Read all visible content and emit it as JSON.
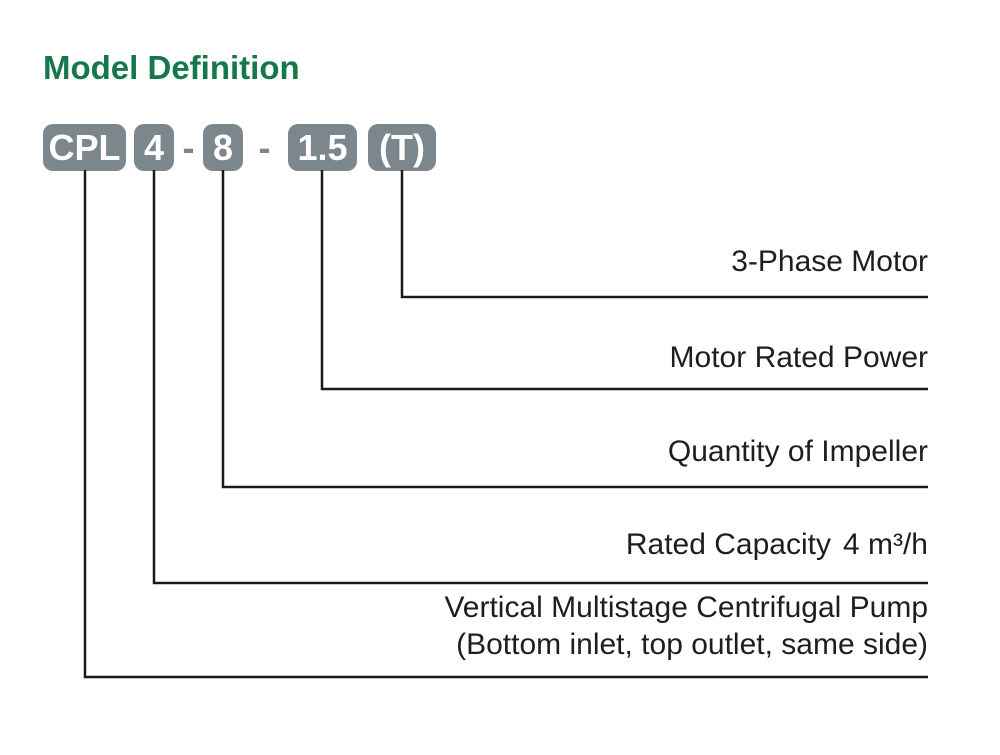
{
  "title": "Model Definition",
  "model_code": {
    "series": "CPL",
    "capacity": "4",
    "separator1": "-",
    "impellers": "8",
    "separator2": "-",
    "power": "1.5",
    "phase": "(T)"
  },
  "callouts": [
    {
      "code_part": "(T)",
      "label": "3-Phase Motor"
    },
    {
      "code_part": "1.5",
      "label": "Motor Rated Power"
    },
    {
      "code_part": "8",
      "label": "Quantity of Impeller"
    },
    {
      "code_part": "4",
      "label": "Rated Capacity",
      "value": "4 m³/h"
    },
    {
      "code_part": "CPL",
      "label": "Vertical Multistage Centrifugal Pump",
      "sublabel": "(Bottom inlet, top outlet, same side)"
    }
  ],
  "colors": {
    "title_green": "#15784a",
    "badge_gray": "#7c868d",
    "line_black": "#1a1a1a",
    "label_text": "#1e1e1e",
    "background": "#ffffff"
  }
}
